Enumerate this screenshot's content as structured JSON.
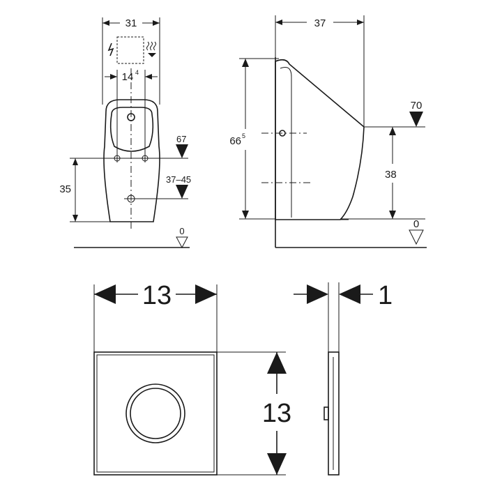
{
  "front_view": {
    "width_label": "31",
    "hole_spacing_label": "14",
    "hole_spacing_sup": "4",
    "bottom_height_label": "35",
    "level_top_label": "67",
    "level_mid_label": "37–45",
    "floor_label": "0"
  },
  "side_view": {
    "depth_label": "37",
    "height_label": "66",
    "height_sup": "5",
    "inlet_level_label": "70",
    "inlet_height_label": "38",
    "floor_label": "0"
  },
  "flush_plate_front": {
    "width_label": "13",
    "height_label": "13"
  },
  "flush_plate_side": {
    "thickness_label": "1"
  }
}
